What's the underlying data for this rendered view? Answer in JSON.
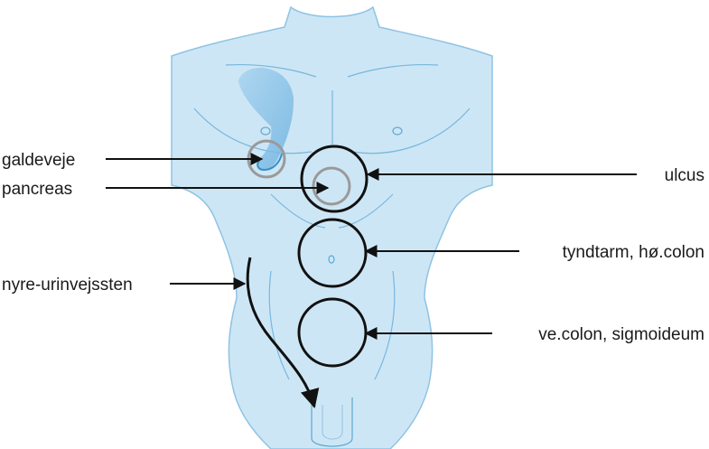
{
  "labels": {
    "galdeveje": "galdeveje",
    "pancreas": "pancreas",
    "nyre": "nyre-urinvejssten",
    "ulcus": "ulcus",
    "tyndtarm": "tyndtarm, hø.colon",
    "vecolon": "ve.colon, sigmoideum"
  },
  "colors": {
    "body_fill": "#cde6f5",
    "body_outline": "#8fc3e3",
    "anatomy_line": "#5ba8d6",
    "circle_black": "#111111",
    "circle_gray": "#9a9a9a",
    "text": "#1a1a1a"
  }
}
